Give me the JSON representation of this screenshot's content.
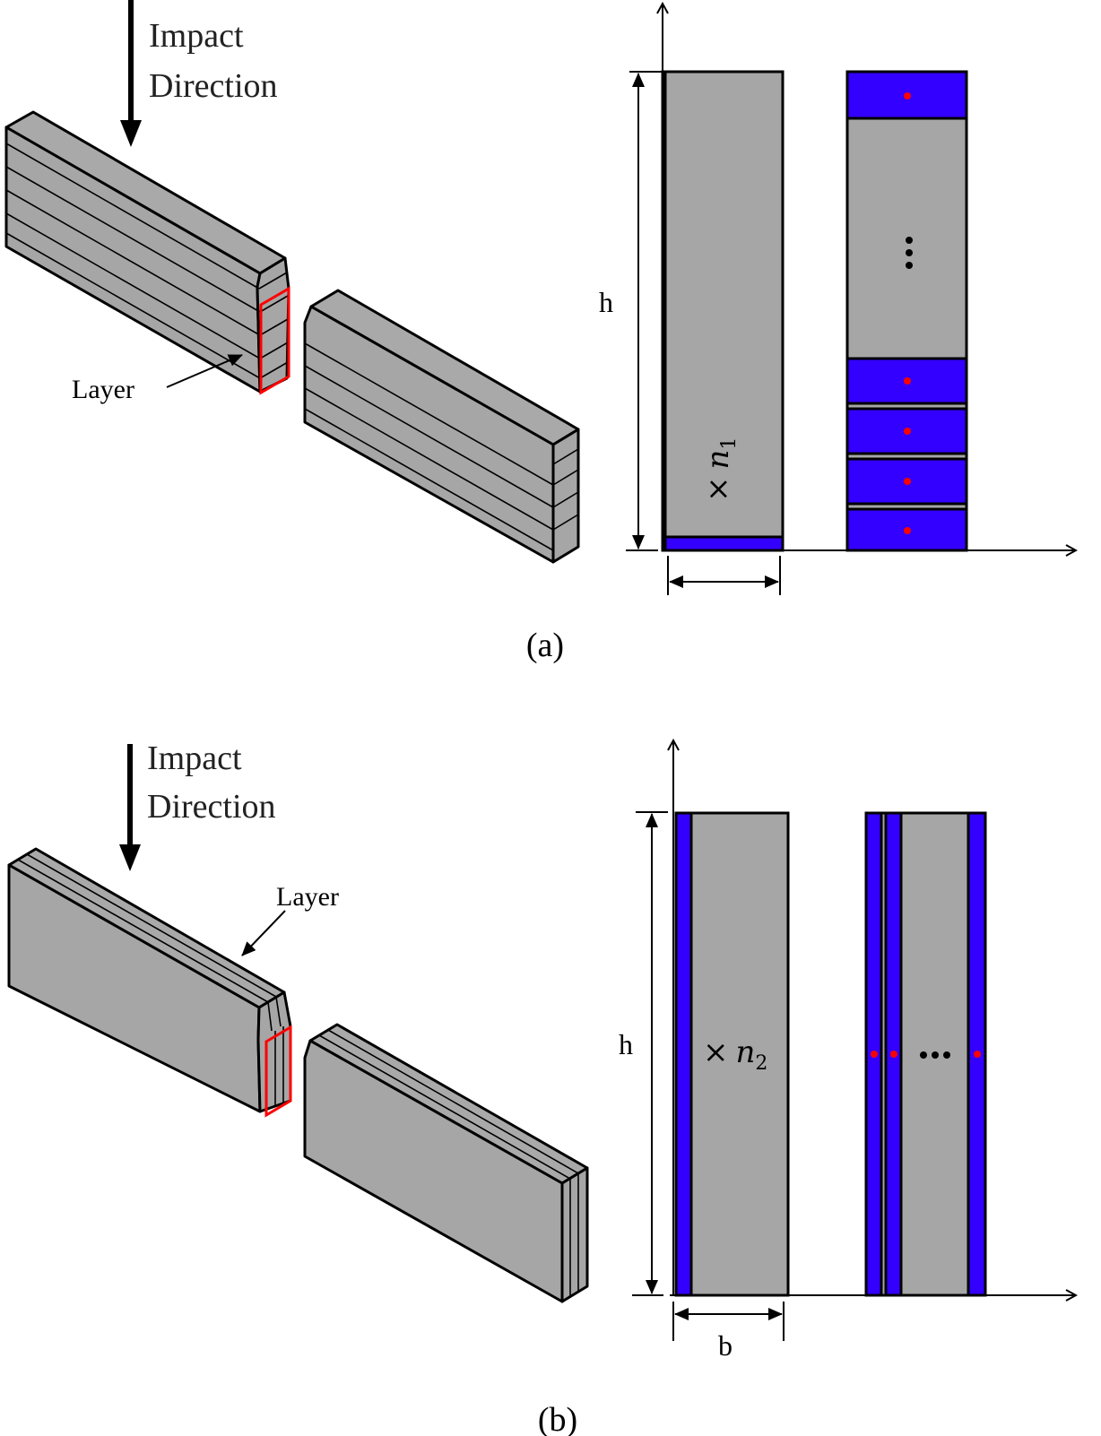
{
  "figure": {
    "panels": [
      {
        "id": "a",
        "caption": "(a)",
        "impact_label_line1": "Impact",
        "impact_label_line2": "Direction",
        "layer_label": "Layer",
        "layer_orientation": "horizontal",
        "height_label": "h",
        "width_label": "",
        "multiplier_symbol": "×",
        "multiplier_var": "n",
        "multiplier_sub": "1",
        "section_right_ellipsis": "⋮",
        "right_section_blue_layers": 5
      },
      {
        "id": "b",
        "caption": "(b)",
        "impact_label_line1": "Impact",
        "impact_label_line2": "Direction",
        "layer_label": "Layer",
        "layer_orientation": "vertical",
        "height_label": "h",
        "width_label": "b",
        "multiplier_symbol": "×",
        "multiplier_var": "n",
        "multiplier_sub": "2",
        "section_right_ellipsis": "…",
        "right_section_blue_layers": 3
      }
    ],
    "colors": {
      "material_gray": "#a6a6a6",
      "layer_blue": "#3300ff",
      "integration_point_red": "#ff0000",
      "selection_red": "#ff0000",
      "line_black": "#000000"
    }
  }
}
